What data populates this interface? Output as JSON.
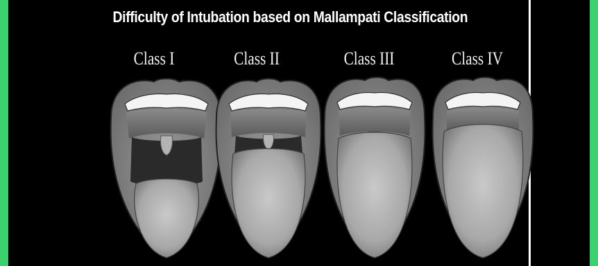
{
  "title": "Difficulty of Intubation based on Mallampati Classification",
  "classes": [
    {
      "label": "Class I"
    },
    {
      "label": "Class II"
    },
    {
      "label": "Class III"
    },
    {
      "label": "Class IV"
    }
  ],
  "colors": {
    "background": "#000000",
    "side_bars": "#3bd16f",
    "title_text": "#ffffff"
  }
}
